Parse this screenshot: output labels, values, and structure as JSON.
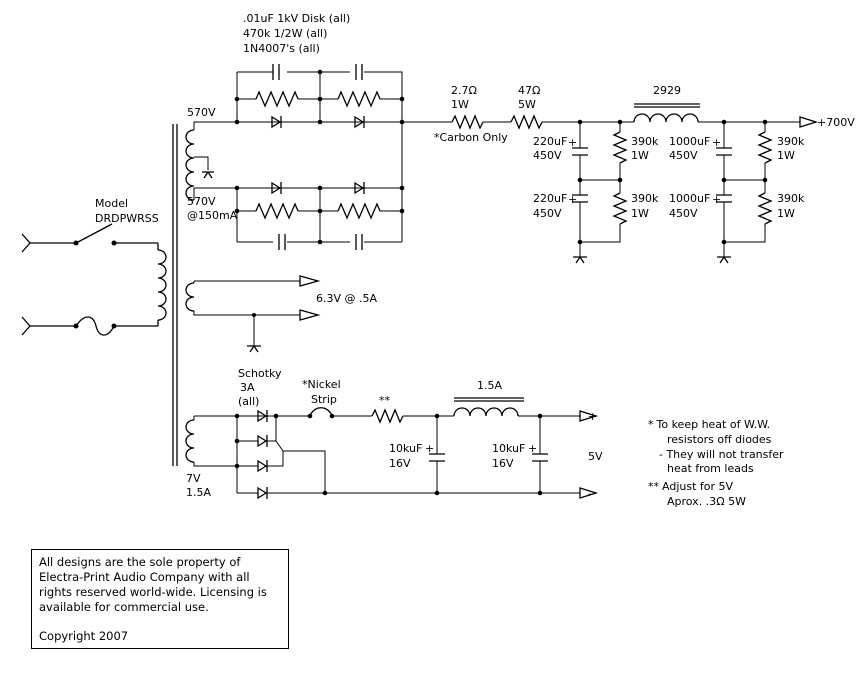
{
  "labels": {
    "cap_spec": ".01uF 1kV Disk (all)",
    "res_spec": "470k 1/2W (all)",
    "diode_spec": "1N4007's (all)",
    "v570_top": "570V",
    "v570_bot": "570V",
    "current_150": "@150mA",
    "model": "Model",
    "model_name": "DRDPWRSS",
    "r1_val": "2.7",
    "r1_pow": "1W",
    "r2_val": "47",
    "r2_pow": "5W",
    "carbon_only": "Carbon Only",
    "choke_hv": "2929",
    "out_hv": "+700V",
    "c220a_val": "220uF",
    "c220a_v": "450V",
    "c220b_val": "220uF",
    "c220b_v": "450V",
    "r390a_val": "390k",
    "r390a_w": "1W",
    "r390b_val": "390k",
    "r390b_w": "1W",
    "c1000a_val": "1000uF",
    "c1000a_v": "450V",
    "c1000b_val": "1000uF",
    "c1000b_v": "450V",
    "r390c_val": "390k",
    "r390c_w": "1W",
    "r390d_val": "390k",
    "r390d_w": "1W",
    "heater": "6.3V @ .5A",
    "schotky": "Schotky",
    "schotky_a": "3A",
    "schotky_all": "(all)",
    "nickel": "Nickel",
    "strip": "Strip",
    "choke_lv": "1.5A",
    "c10ka_val": "10kuF",
    "c10ka_v": "16V",
    "c10kb_val": "10kuF",
    "c10kb_v": "16V",
    "plus": "+",
    "minus": "–",
    "v5": "5V",
    "v7": "7V",
    "a15": "1.5A",
    "note1a": "To keep heat of W.W.",
    "note1b": "resistors off diodes",
    "note2a": "- They will not transfer",
    "note2b": "heat from leads",
    "note3a": "Adjust for 5V",
    "note3b": "Aprox. .3",
    "note3c": "5W"
  },
  "notice": {
    "line1": "All designs are the sole property of",
    "line2": "Electra-Print Audio Company with all",
    "line3": "rights reserved world-wide. Licensing is",
    "line4": "available for commercial use.",
    "copyright": "Copyright 2007"
  }
}
